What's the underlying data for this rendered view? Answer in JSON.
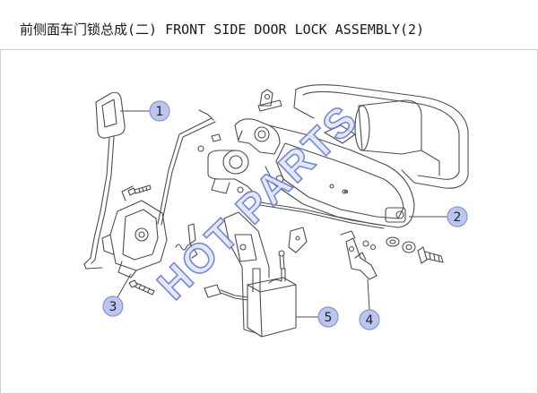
{
  "title": "前侧面车门锁总成(二) FRONT SIDE DOOR LOCK ASSEMBLY(2)",
  "callouts": [
    "1",
    "2",
    "3",
    "4",
    "5"
  ],
  "watermark": "HOT PARTS",
  "colors": {
    "line": "#4d4d4d",
    "callout_fill": "#bcc5ee",
    "callout_stroke": "#8795d8",
    "callout_text": "#222222",
    "watermark": "#5f73d6",
    "watermark_fill": "#dfe5fb"
  }
}
